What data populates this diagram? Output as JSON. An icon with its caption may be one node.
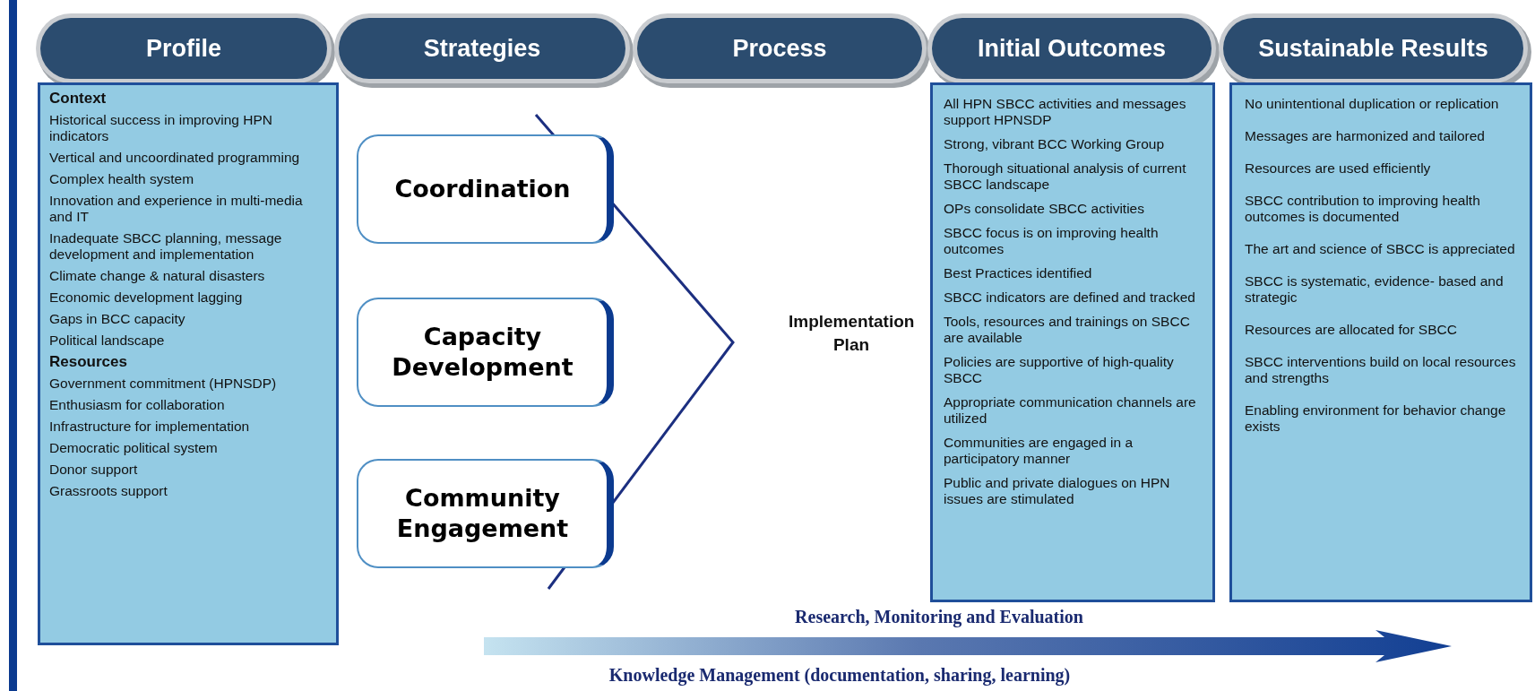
{
  "diagram": {
    "nodes": [
      {
        "text": [
          "Profile"
        ]
      },
      {
        "text": [
          "Strategies"
        ]
      },
      {
        "text": [
          "Process"
        ]
      },
      {
        "text": [
          "Initial Outcomes"
        ]
      },
      {
        "text": [
          "Sustainable Results"
        ]
      },
      {
        "text": [
          "Context",
          "Historical success in improving HPN indicators",
          "Vertical and uncoordinated programming",
          "Complex health system",
          "Innovation and experience in multi-media and IT",
          "Inadequate SBCC planning, message development and implementation",
          "Climate change & natural disasters",
          "Economic development lagging",
          "Gaps in BCC capacity",
          "Political landscape",
          "Resources",
          "Government commitment (HPNSDP)",
          "Enthusiasm for collaboration",
          "Infrastructure for implementation",
          "Democratic political system",
          "Donor support",
          "Grassroots support"
        ]
      },
      {
        "text": [
          "Coordination"
        ]
      },
      {
        "text": [
          "Capacity Development"
        ]
      },
      {
        "text": [
          "Community Engagement"
        ]
      },
      {
        "text": [
          "All HPN SBCC activities and messages support HPNSDP",
          "Strong, vibrant BCC Working Group",
          "Thorough situational analysis of current SBCC landscape",
          "OPs consolidate SBCC activities",
          "SBCC focus is on improving health outcomes",
          "Best Practices identified",
          "SBCC indicators are defined and tracked",
          "Tools, resources and trainings on SBCC are available",
          "Policies are supportive of high-quality SBCC",
          "Appropriate communication channels are utilized",
          "Communities are engaged in a participatory manner",
          "Public and private dialogues on HPN issues are stimulated"
        ]
      },
      {
        "text": [
          "No unintentional duplication or replication",
          "Messages are harmonized and tailored",
          "Resources are used efficiently",
          "SBCC contribution to improving health outcomes is documented",
          "The art and science of SBCC is appreciated",
          "SBCC is systematic, evidence- based and strategic",
          "Resources are allocated for SBCC",
          "SBCC interventions build on local resources and strengths",
          "Enabling environment for behavior change exists"
        ]
      }
    ],
    "edges": [],
    "labels": [
      "Implementation Plan",
      "Research, Monitoring and Evaluation",
      "Knowledge Management (documentation, sharing, learning)"
    ]
  }
}
